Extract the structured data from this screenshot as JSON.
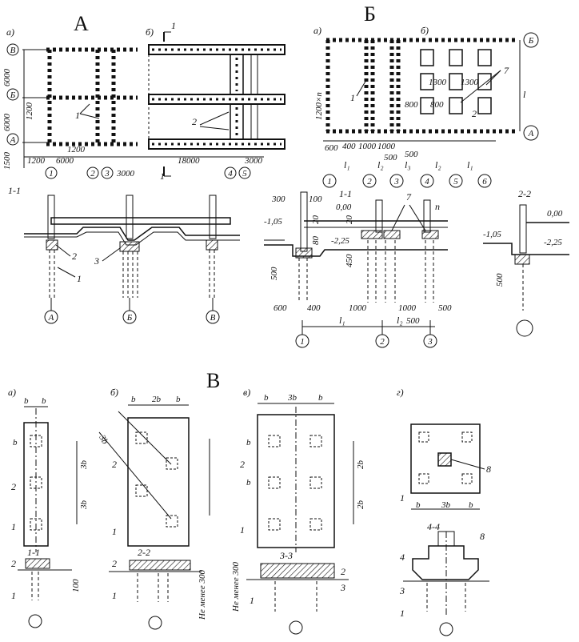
{
  "section_labels": {
    "A": "А",
    "B": "Б",
    "V": "В"
  },
  "subfig": {
    "a": "а)",
    "b": "б)",
    "v": "в)",
    "g": "г)"
  },
  "panelA": {
    "axes_rows": [
      "В",
      "Б",
      "А"
    ],
    "axes_cols": [
      "1",
      "2",
      "3",
      "4",
      "5"
    ],
    "dims_left": [
      "6000",
      "6000",
      "1500",
      "1200",
      "1200"
    ],
    "dims_bottom": [
      "1200",
      "6000",
      "3000",
      "18000",
      "3000",
      "1200"
    ],
    "section_mark": "1",
    "section_title": "1-1",
    "callouts": [
      "1",
      "2",
      "3"
    ],
    "axes_section": [
      "А",
      "Б",
      "В"
    ]
  },
  "panelB": {
    "axes_rows": [
      "Б",
      "А"
    ],
    "axes_cols": [
      "1",
      "2",
      "3",
      "4",
      "5",
      "6"
    ],
    "dim_left": "1200×n",
    "dim_right": "l",
    "dims_bottom": [
      "600",
      "400",
      "1000",
      "1000",
      "500",
      "500",
      "l₁",
      "l₂",
      "l₃",
      "l₂",
      "l₁"
    ],
    "inner_dims": [
      "1300",
      "1300",
      "800",
      "800"
    ],
    "callouts": [
      "1",
      "7",
      "2"
    ],
    "section_title": "1-1",
    "section2_title": "2-2",
    "levels": [
      "0,00",
      "-1,05",
      "-2,25",
      "0,00",
      "-1,05",
      "-2,25"
    ],
    "dims_section": [
      "300",
      "100",
      "20",
      "20",
      "450",
      "500",
      "600",
      "400",
      "1000",
      "1000",
      "500",
      "500",
      "500",
      "l₁",
      "l₂",
      "n",
      "80"
    ],
    "axes_section": [
      "1",
      "2",
      "3"
    ]
  },
  "panelV": {
    "a_dims": [
      "b",
      "b",
      "b",
      "3b",
      "3b"
    ],
    "a_section": "1-1",
    "a_dim_vert": "100",
    "b_dims": [
      "b",
      "2b",
      "b",
      "3b"
    ],
    "b_section": "2-2",
    "b_note": "Не менее 300",
    "v_dims": [
      "b",
      "3b",
      "b",
      "b",
      "2b",
      "2b",
      "b"
    ],
    "v_section": "3-3",
    "v_note": "Не менее 300",
    "g_dims": [
      "b",
      "3b",
      "b"
    ],
    "g_section": "4-4",
    "callouts": [
      "1",
      "2",
      "3",
      "4",
      "8"
    ]
  }
}
